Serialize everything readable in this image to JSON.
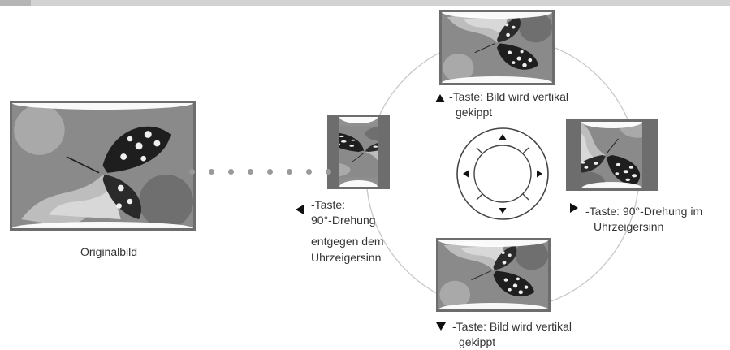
{
  "labels": {
    "original": "Originalbild",
    "up": [
      "-Taste: Bild wird vertikal",
      "gekippt"
    ],
    "left": [
      "-Taste:",
      "90°-Drehung",
      "entgegen dem",
      "Uhrzeigersinn"
    ],
    "right": [
      "-Taste: 90°-Drehung im",
      "Uhrzeigersinn"
    ],
    "down": [
      "-Taste: Bild wird vertikal",
      "gekippt"
    ]
  },
  "icons": {
    "photo": "butterfly-photo",
    "dpad": "directional-pad",
    "up": "triangle-up-icon",
    "down": "triangle-down-icon",
    "left": "triangle-left-icon",
    "right": "triangle-right-icon"
  },
  "colors": {
    "ring": "#c8c8c8",
    "dots": "#9a9a9a",
    "frame": "#6d6d6d",
    "text": "#333333"
  }
}
